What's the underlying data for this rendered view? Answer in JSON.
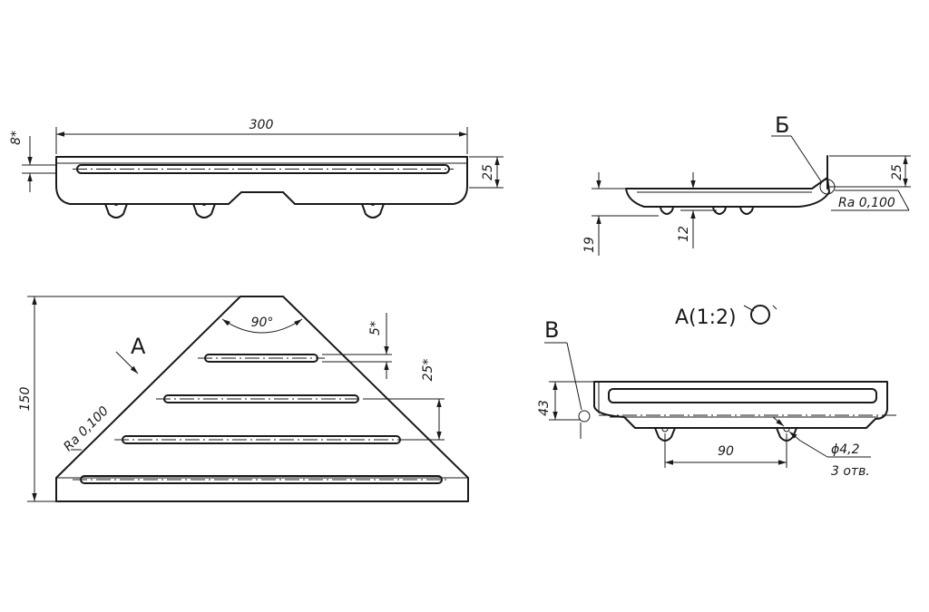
{
  "drawing": {
    "top_view": {
      "length": "300",
      "height": "25",
      "offset": "8*"
    },
    "side_view": {
      "label": "Б",
      "height_right": "25",
      "height_total": "19",
      "height_bracket": "12",
      "roughness": "Ra 0,100"
    },
    "plan_view": {
      "label": "A",
      "angle": "90°",
      "height": "150",
      "slot_gap": "5*",
      "slot_pitch": "25*",
      "roughness": "Ra 0,100"
    },
    "detail_view": {
      "title": "A(1:2)",
      "label": "B",
      "height": "43",
      "hole_spacing": "90",
      "hole_diameter": "ϕ4,2",
      "hole_count": "3 отв."
    }
  }
}
